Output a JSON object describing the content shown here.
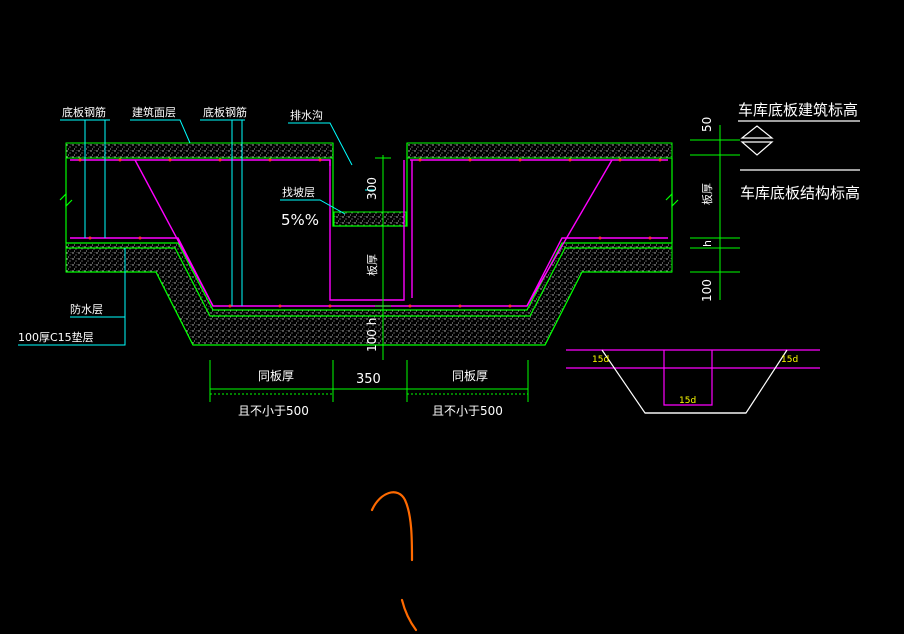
{
  "labels": {
    "bottom_rebar_1": "底板钢筋",
    "finish_layer": "建筑面层",
    "bottom_rebar_2": "底板钢筋",
    "drain_ditch": "排水沟",
    "slope_layer": "找坡层",
    "slope_percent": "5%%",
    "waterproof_layer": "防水层",
    "cushion_layer": "100厚C15垫层",
    "arch_elevation": "车库底板建筑标高",
    "struct_elevation": "车库底板结构标高",
    "slab_thickness_right": "板厚",
    "slab_thickness_mid": "板厚",
    "dim_top_50": "50",
    "dim_h_right": "h",
    "dim_100_right": "100",
    "dim_300": "300",
    "dim_100h_bottom": "100 h",
    "same_thickness_left": "同板厚",
    "dim_350": "350",
    "same_thickness_right": "同板厚",
    "min_500_left": "且不小于500",
    "min_500_right": "且不小于500",
    "anchor_15d_left": "15d",
    "anchor_15d_right": "15d",
    "anchor_15d_bottom": "15d"
  },
  "colors": {
    "background": "#000000",
    "rebar": "#ff00ff",
    "concrete_edge": "#00ff00",
    "leader": "#00ffff",
    "text": "#ffffff",
    "dimension": "#00ff00",
    "annotation_mark": "#ff6a00"
  }
}
